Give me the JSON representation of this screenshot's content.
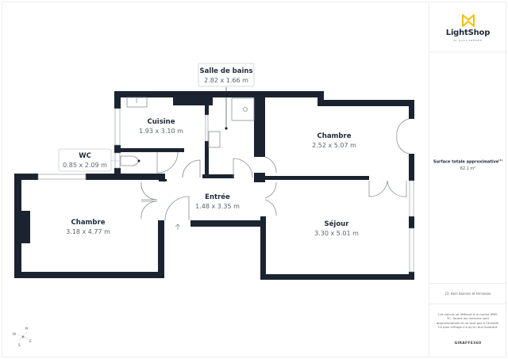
{
  "brand": {
    "logo_icon": "lightshop-logo-icon",
    "name": "LightShop",
    "tagline": "BY DAVIS PREMIER",
    "accent_color": "#f2c200"
  },
  "summary": {
    "area_label": "Surface totale approximative",
    "area_footnote_mark": "(1)",
    "area_value": "62.1 m²",
    "footnote": "(1) Hors balcons et terrasses",
    "disclaimer": "Les calculs se réfèrent à la norme IPMS 3C. Toutes les mesures sont approximatives et ne sont pas à l'échelle. Ce plan d'étage n'a qu'un but illustratif.",
    "provider": "GIRAFFE360"
  },
  "rooms": [
    {
      "name": "Cuisine",
      "dims": "1.93 x 3.10 m"
    },
    {
      "name": "Salle de bains",
      "dims": "2.82 x 1.66 m"
    },
    {
      "name": "Chambre",
      "dims": "2.52 x 5.07 m"
    },
    {
      "name": "WC",
      "dims": "0.85 x 2.09 m"
    },
    {
      "name": "Entrée",
      "dims": "1.48 x 3.35 m"
    },
    {
      "name": "Chambre",
      "dims": "3.18 x 4.77 m"
    },
    {
      "name": "Séjour",
      "dims": "3.30 x 5.01 m"
    }
  ],
  "compass": {
    "n": "N",
    "e": "E",
    "s": "S",
    "w": "W"
  },
  "colors": {
    "wall": "#1c2330",
    "text": "#1f2a37",
    "dim_text": "#5b6470"
  }
}
